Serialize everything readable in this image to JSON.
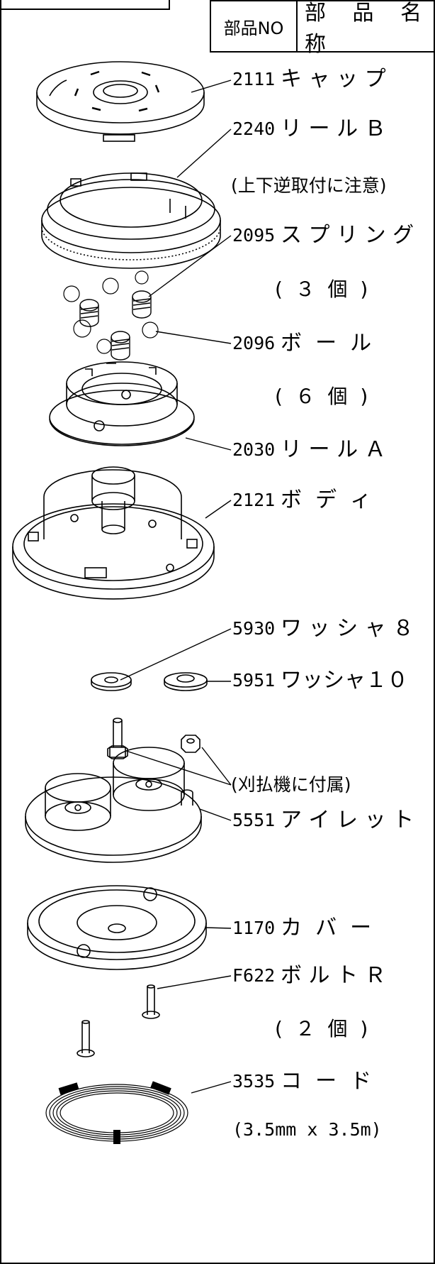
{
  "header": {
    "part_no": "部品NO",
    "part_name": "部 品 名 称"
  },
  "parts": [
    {
      "no": "2111",
      "name": "キ ャ ッ プ"
    },
    {
      "no": "2240",
      "name": "リ ー ル Ｂ"
    },
    {
      "no": "2095",
      "name": "ス プ リ ン グ"
    },
    {
      "no": "2096",
      "name": "ボ  ー  ル"
    },
    {
      "no": "2030",
      "name": "リ ー ル Ａ"
    },
    {
      "no": "2121",
      "name": "ボ  デ  ィ"
    },
    {
      "no": "5930",
      "name": "ワ ッ シ ャ ８"
    },
    {
      "no": "5951",
      "name": "ワッシャ１０"
    },
    {
      "no": "5551",
      "name": "ア イ レ ッ ト"
    },
    {
      "no": "1170",
      "name": "カ  バ  ー"
    },
    {
      "no": "F622",
      "name": "ボ ル ト Ｒ"
    },
    {
      "no": "3535",
      "name": "コ  ー  ド"
    }
  ],
  "notes": {
    "reel_b": "(上下逆取付に注意)",
    "spring_qty": "(  ３  個  )",
    "ball_qty": "(  ６  個  )",
    "mower_attached": "(刈払機に付属)",
    "bolt_qty": "(  ２  個  )",
    "cord_size": "(3.5mm x 3.5m)"
  }
}
